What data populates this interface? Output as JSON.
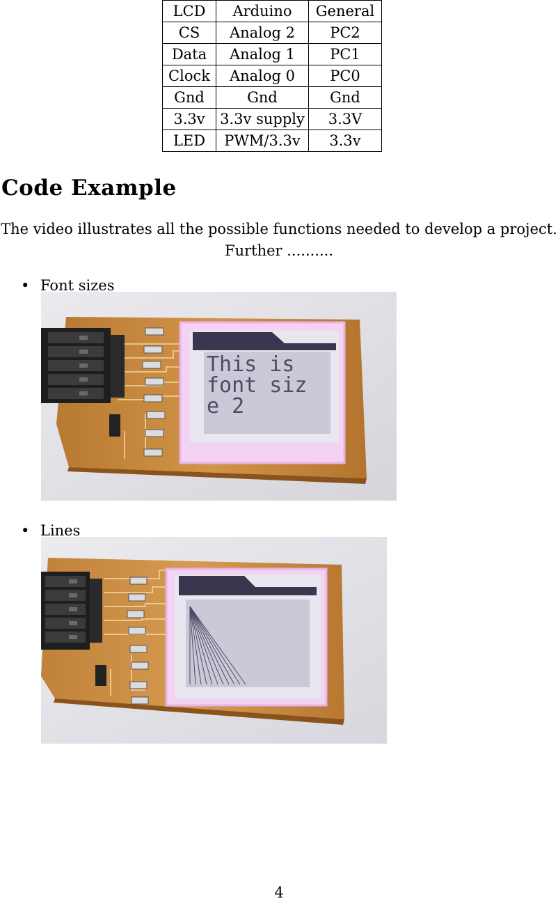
{
  "pinout_table": {
    "rows": [
      [
        "LCD",
        "Arduino",
        "General"
      ],
      [
        "CS",
        "Analog 2",
        "PC2"
      ],
      [
        "Data",
        "Analog 1",
        "PC1"
      ],
      [
        "Clock",
        "Analog 0",
        "PC0"
      ],
      [
        "Gnd",
        "Gnd",
        "Gnd"
      ],
      [
        "3.3v",
        "3.3v supply",
        "3.3V"
      ],
      [
        "LED",
        "PWM/3.3v",
        "3.3v"
      ]
    ]
  },
  "section": {
    "title": "Code Example",
    "intro_line1": "The video illustrates all the possible functions needed to develop a project.",
    "intro_line2": "Further .........."
  },
  "items": [
    {
      "label": "Font sizes",
      "lcd_lines": [
        "This is",
        "font siz",
        "e 2"
      ]
    },
    {
      "label": "Lines"
    }
  ],
  "bullet_symbol": "•",
  "page_number": "4",
  "colors": {
    "pcb": "#c98a3c",
    "pcb_dark": "#9c5e22",
    "lcd_bg": "#c9c7d6",
    "lcd_text": "#4d4a63",
    "glow": "#f2bff0"
  }
}
